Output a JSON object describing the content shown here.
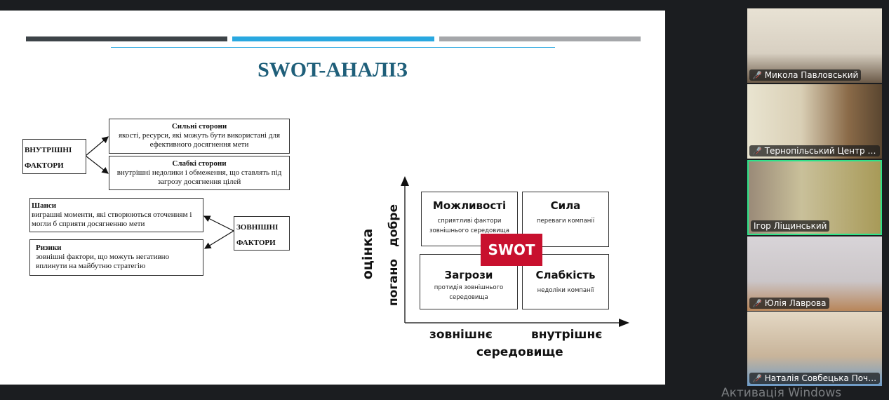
{
  "slide": {
    "title": "SWOT-АНАЛІЗ",
    "left": {
      "internal_label": [
        "ВНУТРІШНІ",
        "ФАКТОРИ"
      ],
      "external_label": [
        "ЗОВНІШНІ",
        "ФАКТОРИ"
      ],
      "strengths": {
        "title": "Сильні сторони",
        "text": "якості, ресурси, які можуть бути використані для ефективного досягнення мети"
      },
      "weaknesses": {
        "title": "Слабкі сторони",
        "text": "внутрішні недолики і обмеження, що ставлять під загрозу досягнення цілей"
      },
      "chances": {
        "title": "Шанси",
        "text": "виграшні моменти, які створюються оточенням і могли б сприяти досягненню мети"
      },
      "risks": {
        "title": "Ризики",
        "text": "зовнішні фактори, що можуть негативно вплинути на майбутню стратегію"
      }
    },
    "matrix": {
      "badge": "SWOT",
      "opportunities": {
        "title": "Можливості",
        "text": "сприятливі фактори зовнішнього середовища"
      },
      "strength": {
        "title": "Сила",
        "text": "переваги компанії"
      },
      "threats": {
        "title": "Загрози",
        "text": "протидія зовнішнього середовища"
      },
      "weakness": {
        "title": "Слабкість",
        "text": "недоліки компанії"
      },
      "y_axis": {
        "label": "оцінка",
        "good": "добре",
        "bad": "погано"
      },
      "x_axis": {
        "external": "зовнішнє",
        "internal": "внутрішнє",
        "label": "середовище"
      }
    }
  },
  "participants": [
    {
      "name": "Микола Павловський",
      "muted": true
    },
    {
      "name": "Тернопільський Центр ПК",
      "muted": true
    },
    {
      "name": "Ігор Ліщинський",
      "muted": false,
      "active": true
    },
    {
      "name": "Юлія Лаврова",
      "muted": true
    },
    {
      "name": "Наталія Совбецька Почаїс...",
      "muted": true
    }
  ],
  "watermark": "Активація Windows",
  "colors": {
    "title": "#1f5f7a",
    "accent": "#29a8e0",
    "active_border": "#2de38a",
    "swot_red": "#c8102e"
  }
}
